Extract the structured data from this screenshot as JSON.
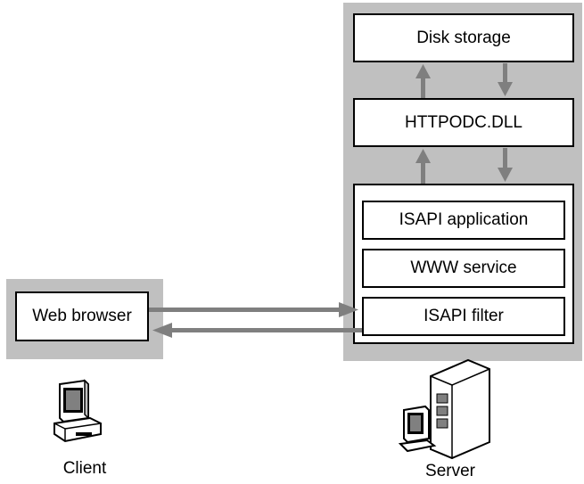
{
  "server": {
    "disk_storage": "Disk storage",
    "httpodc": "HTTPODC.DLL",
    "isapi_application": "ISAPI application",
    "www_service": "WWW service",
    "isapi_filter": "ISAPI filter",
    "caption": "Server"
  },
  "client": {
    "web_browser": "Web browser",
    "caption": "Client"
  },
  "colors": {
    "panel": "#c0c0c0",
    "arrow": "#7f7f7f",
    "box_border": "#000000"
  },
  "icons": {
    "client": "computer-icon",
    "server": "server-tower-icon"
  }
}
